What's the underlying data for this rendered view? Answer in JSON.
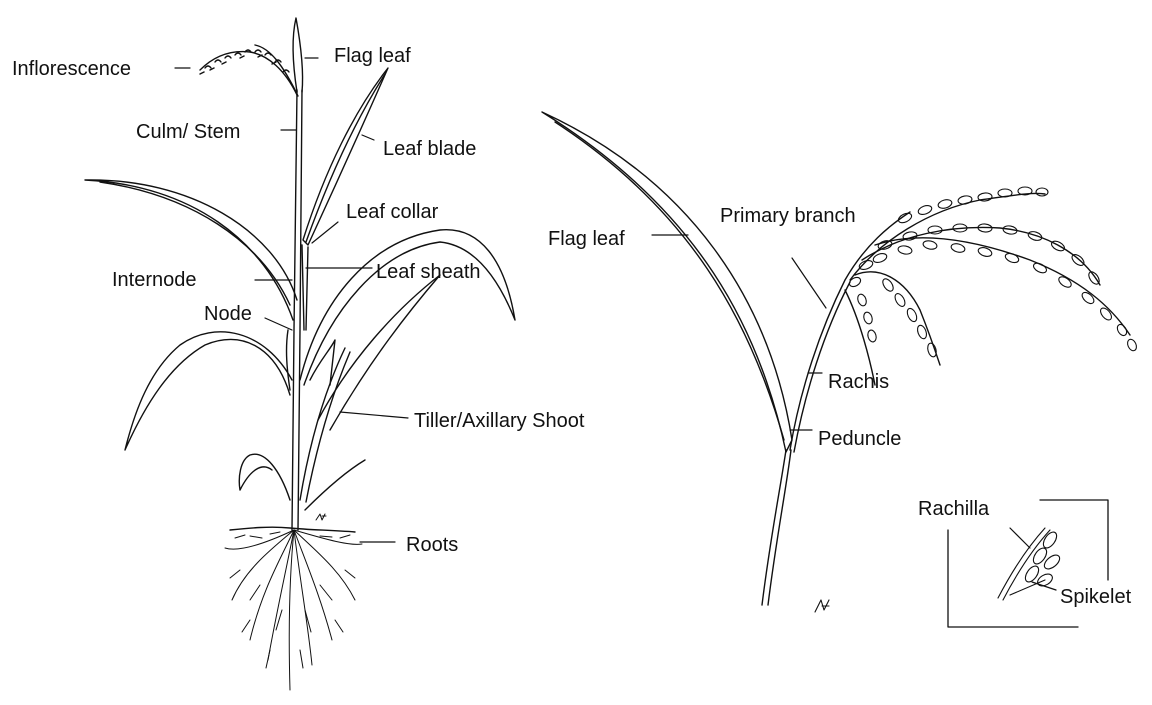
{
  "labels": {
    "inflorescence": "Inflorescence",
    "flag_leaf_left": "Flag leaf",
    "culm_stem": "Culm/ Stem",
    "leaf_blade": "Leaf blade",
    "leaf_collar": "Leaf collar",
    "internode": "Internode",
    "leaf_sheath": "Leaf sheath",
    "node": "Node",
    "tiller": "Tiller/Axillary Shoot",
    "roots": "Roots",
    "flag_leaf_right": "Flag leaf",
    "primary_branch": "Primary branch",
    "rachis": "Rachis",
    "peduncle": "Peduncle",
    "rachilla": "Rachilla",
    "spikelet": "Spikelet"
  },
  "colors": {
    "ink": "#111111",
    "background": "#ffffff"
  }
}
